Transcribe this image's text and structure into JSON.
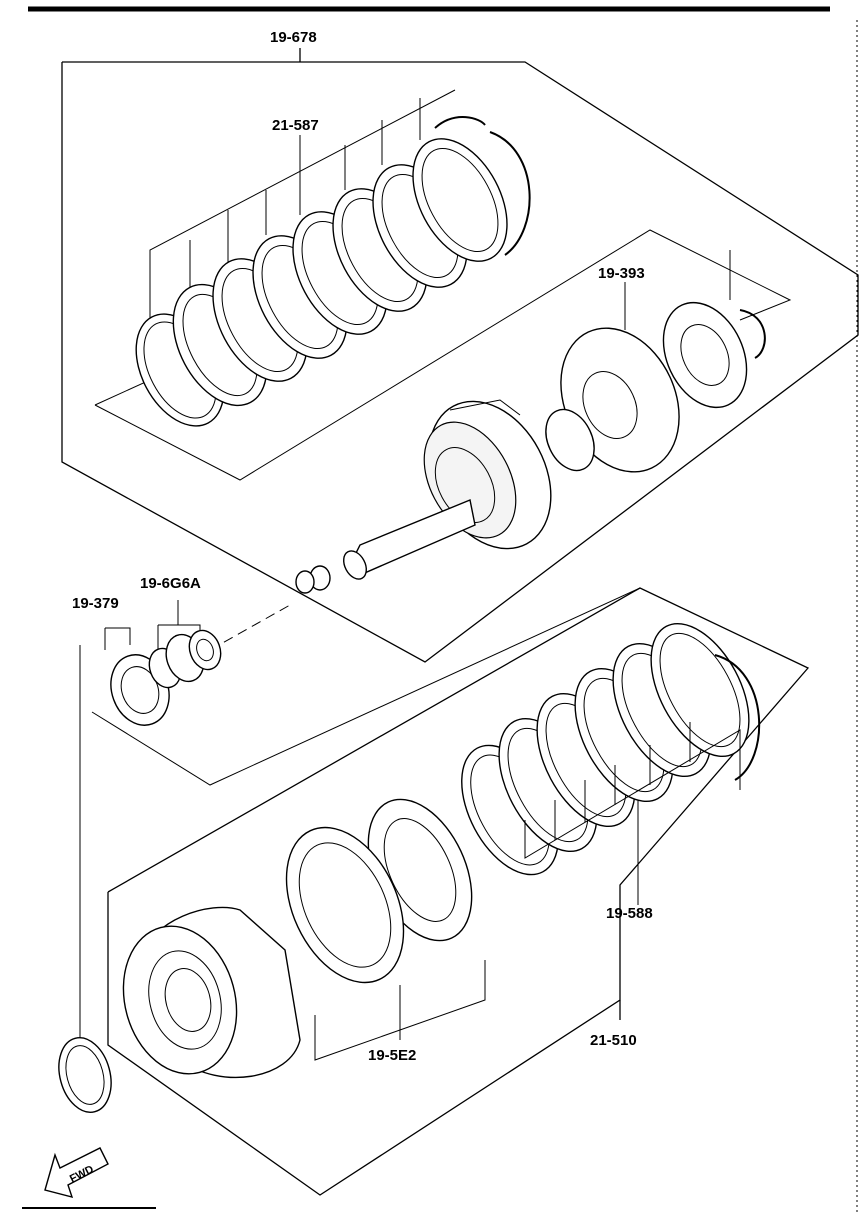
{
  "diagram": {
    "labels": {
      "top_assembly": "19-678",
      "clutch_plates_top": "21-587",
      "piston_top": "19-393",
      "thrust_washer": "19-379",
      "bearing": "19-6G6A",
      "clutch_plates_bottom": "19-588",
      "piston_bottom": "19-5E2",
      "bottom_assembly": "21-510"
    },
    "direction_arrow": "FWD"
  }
}
